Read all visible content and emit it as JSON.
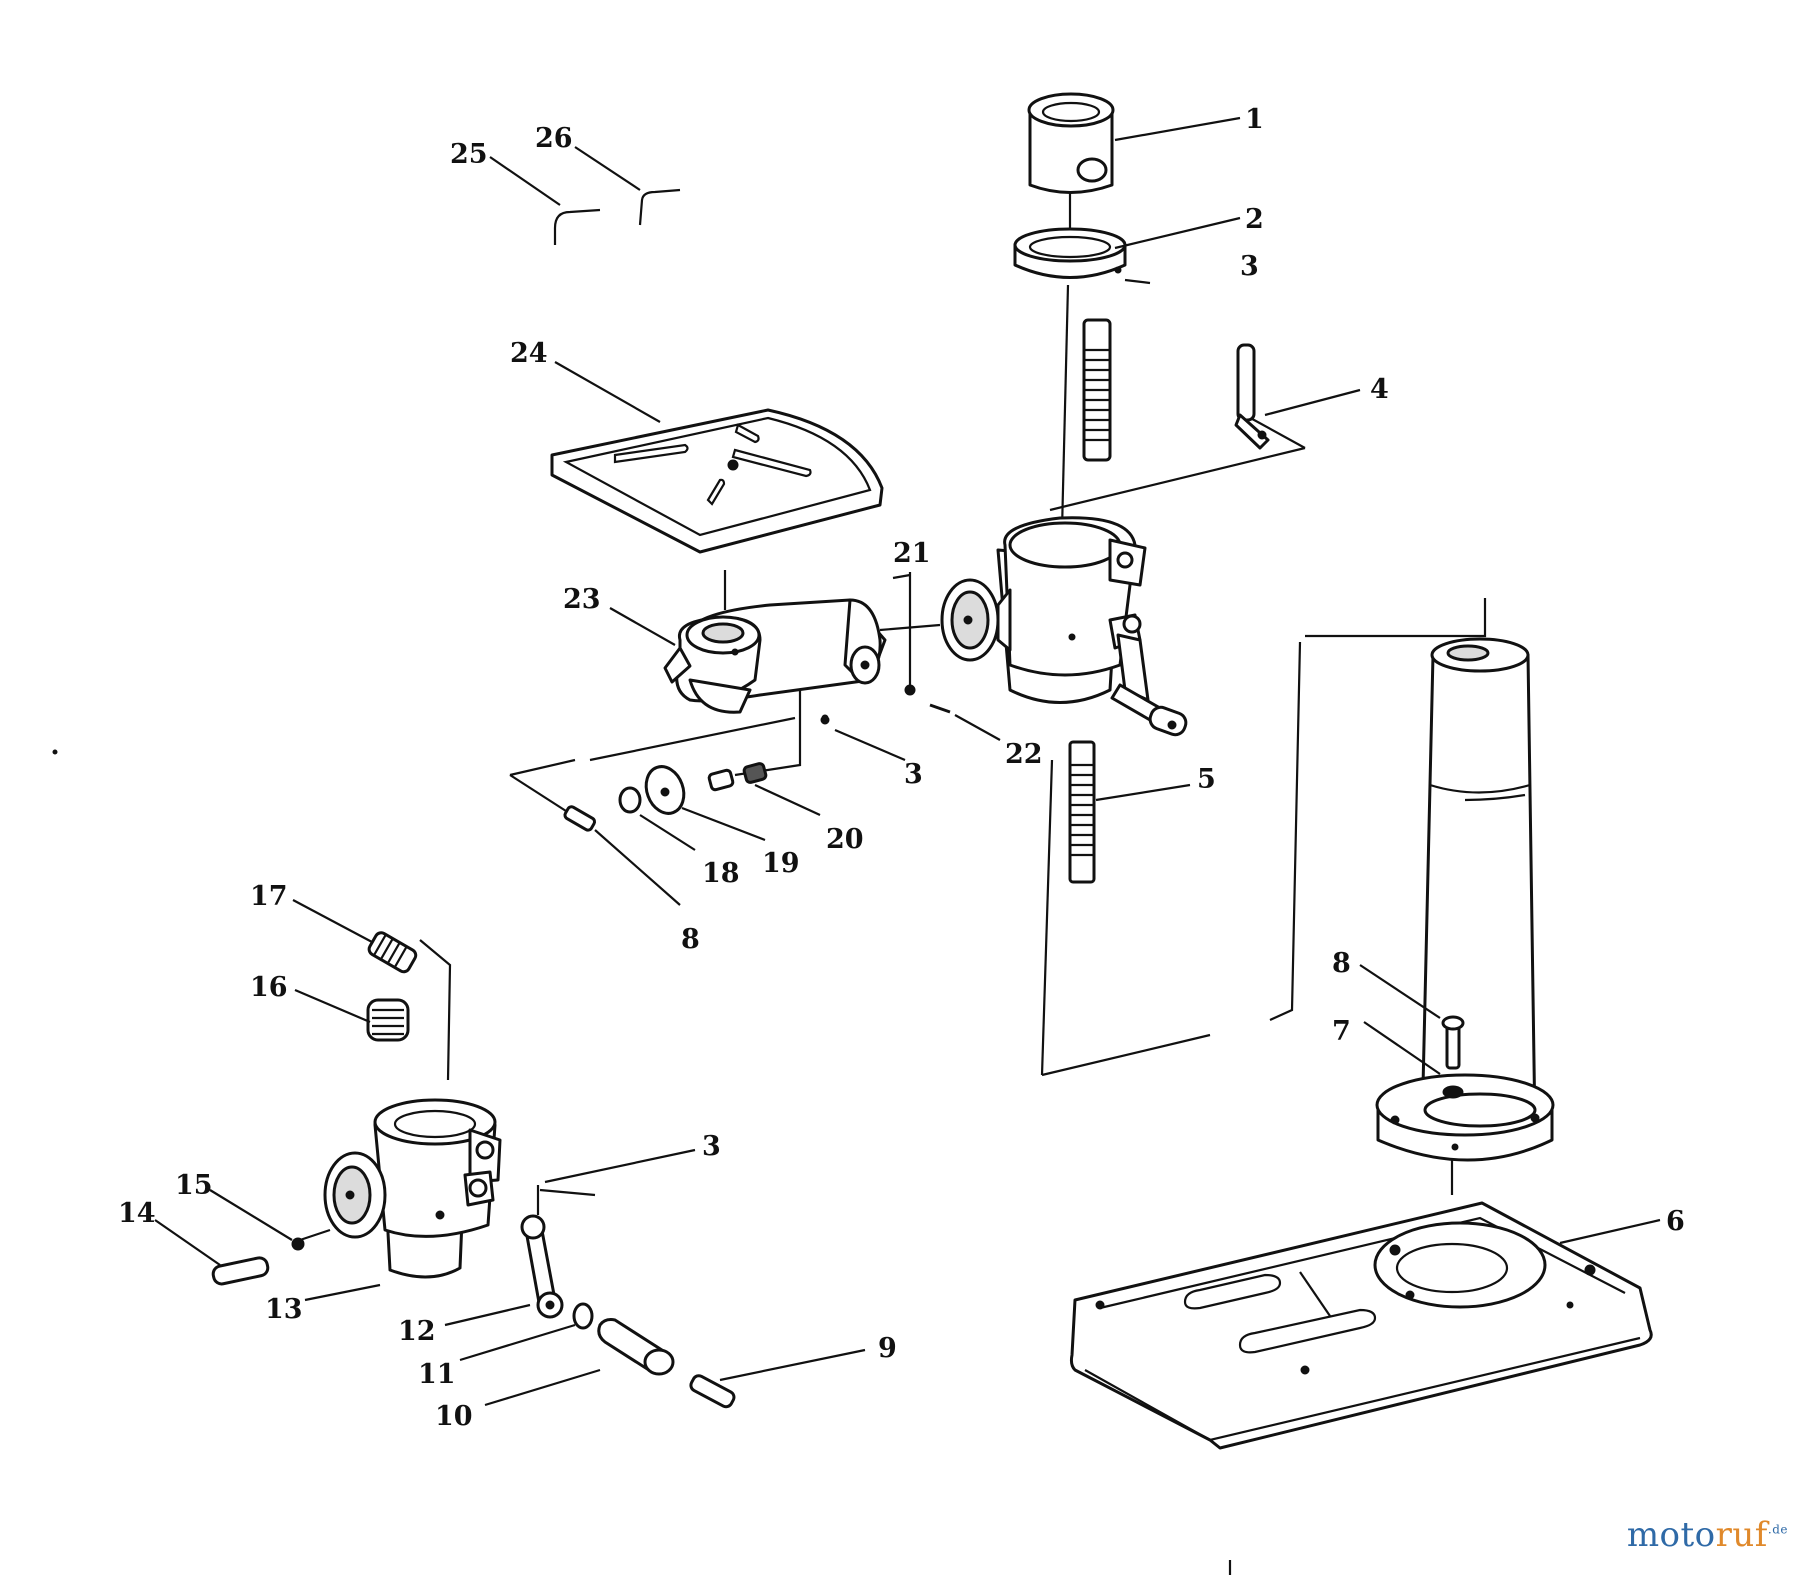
{
  "diagram": {
    "parts": [
      {
        "id": "p1",
        "name": "column-collar",
        "label": "1"
      },
      {
        "id": "p2",
        "name": "collar-ring",
        "label": "2"
      },
      {
        "id": "p3a",
        "name": "set-screw-top",
        "label": "3"
      },
      {
        "id": "p4",
        "name": "crank-handle-small",
        "label": "4"
      },
      {
        "id": "p5",
        "name": "rack-lower",
        "label": "5"
      },
      {
        "id": "p6",
        "name": "base",
        "label": "6"
      },
      {
        "id": "p7",
        "name": "lock-washer",
        "label": "7"
      },
      {
        "id": "p8a",
        "name": "column-bolt",
        "label": "8"
      },
      {
        "id": "p3b",
        "name": "set-screw-middle",
        "label": "3"
      },
      {
        "id": "p20",
        "name": "spring",
        "label": "20"
      },
      {
        "id": "p19",
        "name": "washer",
        "label": "19"
      },
      {
        "id": "p18",
        "name": "nut",
        "label": "18"
      },
      {
        "id": "p8b",
        "name": "bolt",
        "label": "8"
      },
      {
        "id": "p21",
        "name": "pin",
        "label": "21"
      },
      {
        "id": "p22",
        "name": "screw",
        "label": "22"
      },
      {
        "id": "p23",
        "name": "table-arm",
        "label": "23"
      },
      {
        "id": "p24",
        "name": "table",
        "label": "24"
      },
      {
        "id": "p25",
        "name": "hex-key-large",
        "label": "25"
      },
      {
        "id": "p26",
        "name": "hex-key-small",
        "label": "26"
      },
      {
        "id": "p17",
        "name": "worm-shaft",
        "label": "17"
      },
      {
        "id": "p16",
        "name": "gear",
        "label": "16"
      },
      {
        "id": "p3c",
        "name": "set-screw-lower",
        "label": "3"
      },
      {
        "id": "p15",
        "name": "washer-small",
        "label": "15"
      },
      {
        "id": "p14",
        "name": "shaft",
        "label": "14"
      },
      {
        "id": "p13",
        "name": "table-support",
        "label": "13"
      },
      {
        "id": "p12",
        "name": "crank-arm",
        "label": "12"
      },
      {
        "id": "p11",
        "name": "spacer",
        "label": "11"
      },
      {
        "id": "p10",
        "name": "knob",
        "label": "10"
      },
      {
        "id": "p9",
        "name": "knob-screw",
        "label": "9"
      }
    ]
  },
  "watermark": {
    "text_a": "moto",
    "text_b": "ruf",
    "suffix": ".de"
  }
}
